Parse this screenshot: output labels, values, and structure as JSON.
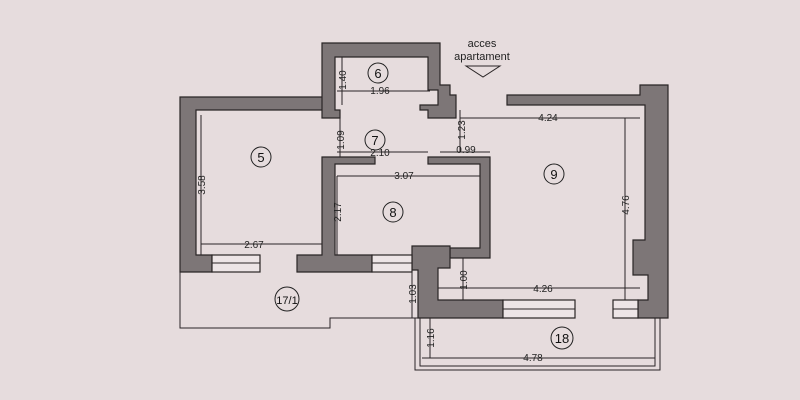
{
  "access_label_line1": "acces",
  "access_label_line2": "apartament",
  "rooms": {
    "r5": "5",
    "r6": "6",
    "r7": "7",
    "r8": "8",
    "r9": "9",
    "r17": "17/1",
    "r18": "18"
  },
  "dimensions": {
    "d140": "1.40",
    "d196": "1.96",
    "d109": "1.09",
    "d123": "1.23",
    "d424": "4.24",
    "d210": "2.10",
    "d099": "0.99",
    "d358": "3.58",
    "d307": "3.07",
    "d217": "2.17",
    "d476": "4.76",
    "d267": "2.67",
    "d100": "1.00",
    "d426": "4.26",
    "d103": "1.03",
    "d116": "1.16",
    "d478": "4.78"
  },
  "colors": {
    "background": "#e6dcdd",
    "wall": "#7d7677"
  }
}
